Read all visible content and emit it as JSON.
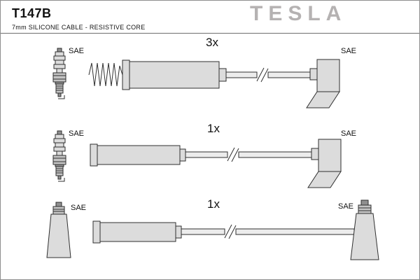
{
  "header": {
    "part_number": "T147B",
    "subtitle": "7mm SILICONE CABLE - RESISTIVE CORE",
    "brand": "TESLA"
  },
  "rows": [
    {
      "qty": "3x",
      "left_label": "SAE",
      "right_label": "SAE",
      "left_icon": "spark-plug-icon",
      "mid_icon": "coil-spring-icon",
      "right_icon": "elbow-boot-icon"
    },
    {
      "qty": "1x",
      "left_label": "SAE",
      "right_label": "SAE",
      "left_icon": "spark-plug-icon",
      "right_icon": "elbow-boot-icon"
    },
    {
      "qty": "1x",
      "left_label": "SAE",
      "right_label": "SAE",
      "left_icon": "cone-boot-icon",
      "right_icon": "cone-boot-icon"
    }
  ],
  "colors": {
    "brand_gray": "#b5b2b2",
    "shape_fill": "#dcdcdc",
    "shape_stroke": "#2f2f2f"
  }
}
